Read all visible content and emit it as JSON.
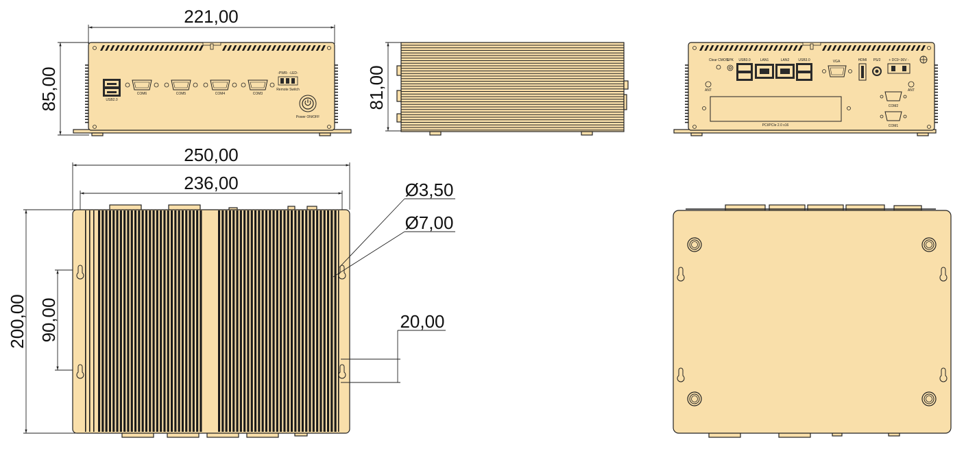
{
  "colors": {
    "body": "#f9dfaa",
    "line": "#222222",
    "fin_dark": "#1a1a1a",
    "background": "#ffffff"
  },
  "dimensions": {
    "front_width": "221,00",
    "front_height": "85,00",
    "side_height": "81,00",
    "top_outer_width": "250,00",
    "top_hole_spacing": "236,00",
    "top_depth": "200,00",
    "top_slot_spacing": "90,00",
    "hole_small": "Ø3,50",
    "hole_large": "Ø7,00",
    "slot_offset": "20,00"
  },
  "front_panel": {
    "usb_label": "USB2.0",
    "com_ports": [
      "COM6",
      "COM5",
      "COM4",
      "COM3"
    ],
    "led_label": "-PWR- -LED-",
    "remote_label": "Remote Switch",
    "power_label": "Power ON/OFF",
    "power_icon": "power-icon"
  },
  "rear_panel": {
    "labels": {
      "clear_cmos": "Clear CMOS",
      "speaker": "SPK",
      "usb_left": "USB3.0",
      "lan1": "LAN1",
      "lan2": "LAN2",
      "usb_right": "USB3.0",
      "vga": "VGA",
      "hdmi": "HDMI",
      "ps2": "PS/2",
      "dc_in": "+ DC9~36V -",
      "com2": "COM2",
      "com1": "COM1",
      "ant_left": "ANT",
      "ant_right": "ANT",
      "expansion": "PCI/PCIe 2.0 x16"
    },
    "ground_icon": "ground-icon"
  }
}
